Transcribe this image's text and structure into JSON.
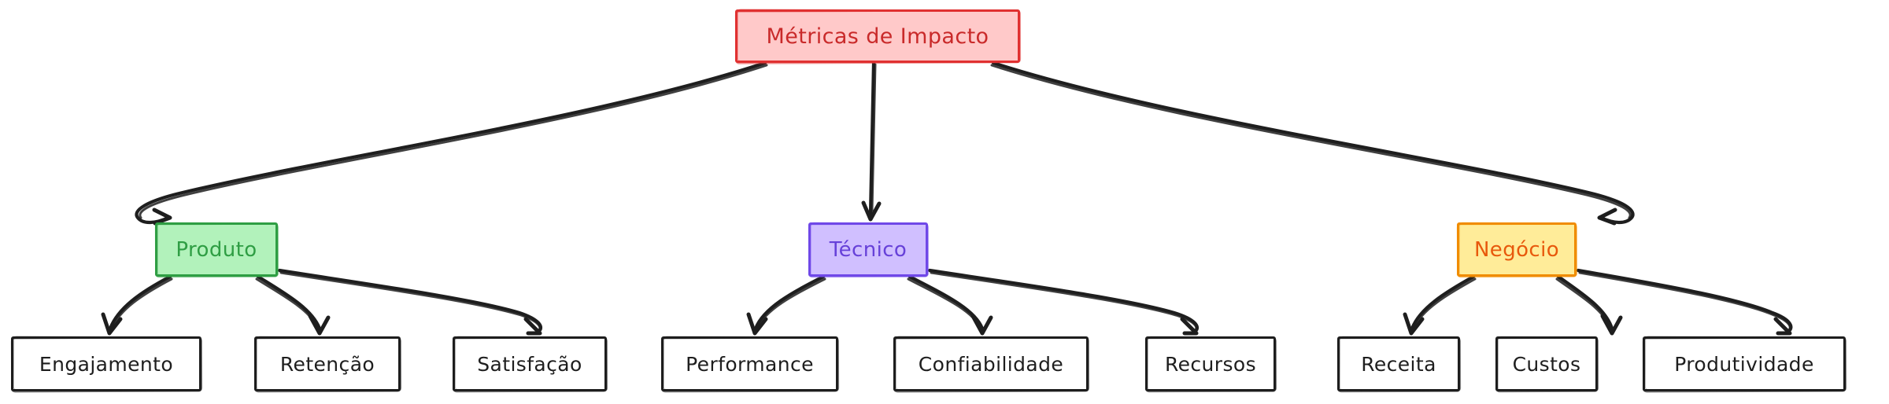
{
  "diagram": {
    "title": "Métricas de Impacto",
    "style": "hand-drawn",
    "background": "#ffffff",
    "root": {
      "id": "root",
      "label": "Métricas de Impacto",
      "fill": "#ffc9c9",
      "stroke": "#e03131",
      "text_color": "#c92a2a"
    },
    "branches": [
      {
        "id": "produto",
        "label": "Produto",
        "fill": "#b2f2bb",
        "stroke": "#2f9e44",
        "text_color": "#2f9e44",
        "children": [
          {
            "id": "engajamento",
            "label": "Engajamento"
          },
          {
            "id": "retencao",
            "label": "Retenção"
          },
          {
            "id": "satisfacao",
            "label": "Satisfação"
          }
        ]
      },
      {
        "id": "tecnico",
        "label": "Técnico",
        "fill": "#d0bfff",
        "stroke": "#7048e8",
        "text_color": "#6741d9",
        "children": [
          {
            "id": "performance",
            "label": "Performance"
          },
          {
            "id": "confiabilidade",
            "label": "Confiabilidade"
          },
          {
            "id": "recursos",
            "label": "Recursos"
          }
        ]
      },
      {
        "id": "negocio",
        "label": "Negócio",
        "fill": "#ffec99",
        "stroke": "#f08c00",
        "text_color": "#e8590c",
        "children": [
          {
            "id": "receita",
            "label": "Receita"
          },
          {
            "id": "custos",
            "label": "Custos"
          },
          {
            "id": "produtividade",
            "label": "Produtividade"
          }
        ]
      }
    ],
    "leaf_style": {
      "fill": "#ffffff",
      "stroke": "#1e1e1e",
      "text_color": "#1e1e1e"
    },
    "edge_color": "#1e1e1e"
  }
}
